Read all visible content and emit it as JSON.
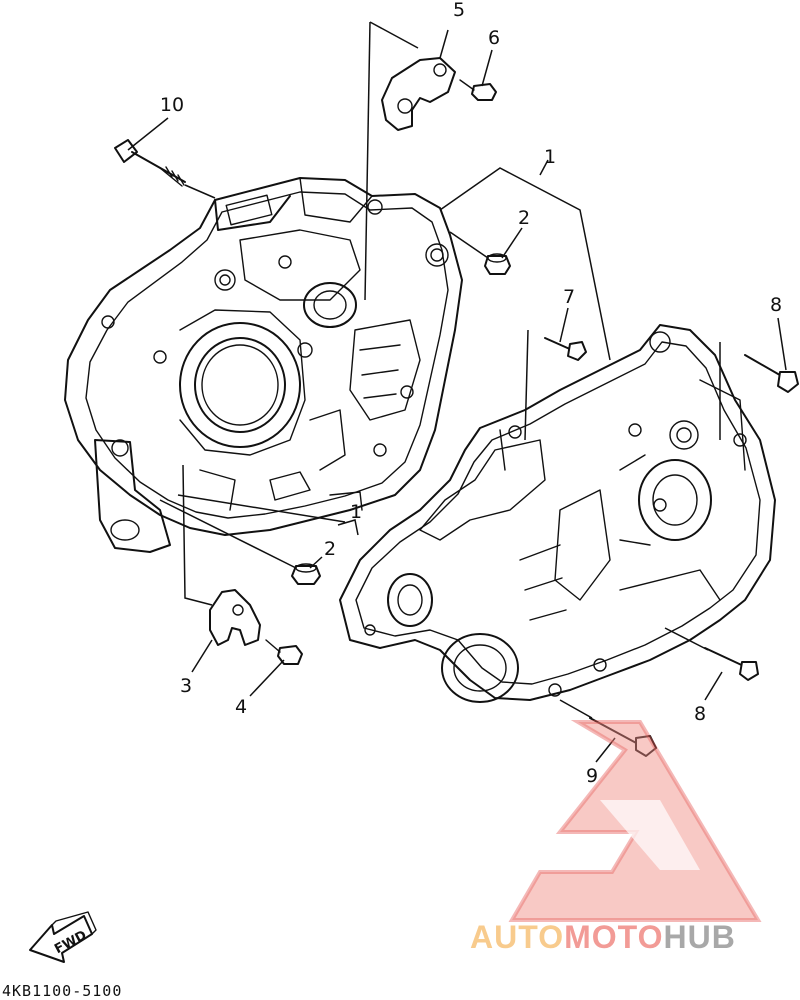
{
  "callouts": {
    "c1a": "1",
    "c1b": "1",
    "c2a": "2",
    "c2b": "2",
    "c3": "3",
    "c4": "4",
    "c5": "5",
    "c6": "6",
    "c7": "7",
    "c8a": "8",
    "c8b": "8",
    "c9": "9",
    "c10": "10"
  },
  "fwd_label": "FWD",
  "diagram_code": "4KB1100-5100",
  "watermark": {
    "text_part1": "AUTO",
    "text_part2": "MOTO",
    "text_part3": "HUB",
    "color_part1": "#f7c27a",
    "color_part2": "#f08a84",
    "color_part3": "#9a9a9a"
  }
}
